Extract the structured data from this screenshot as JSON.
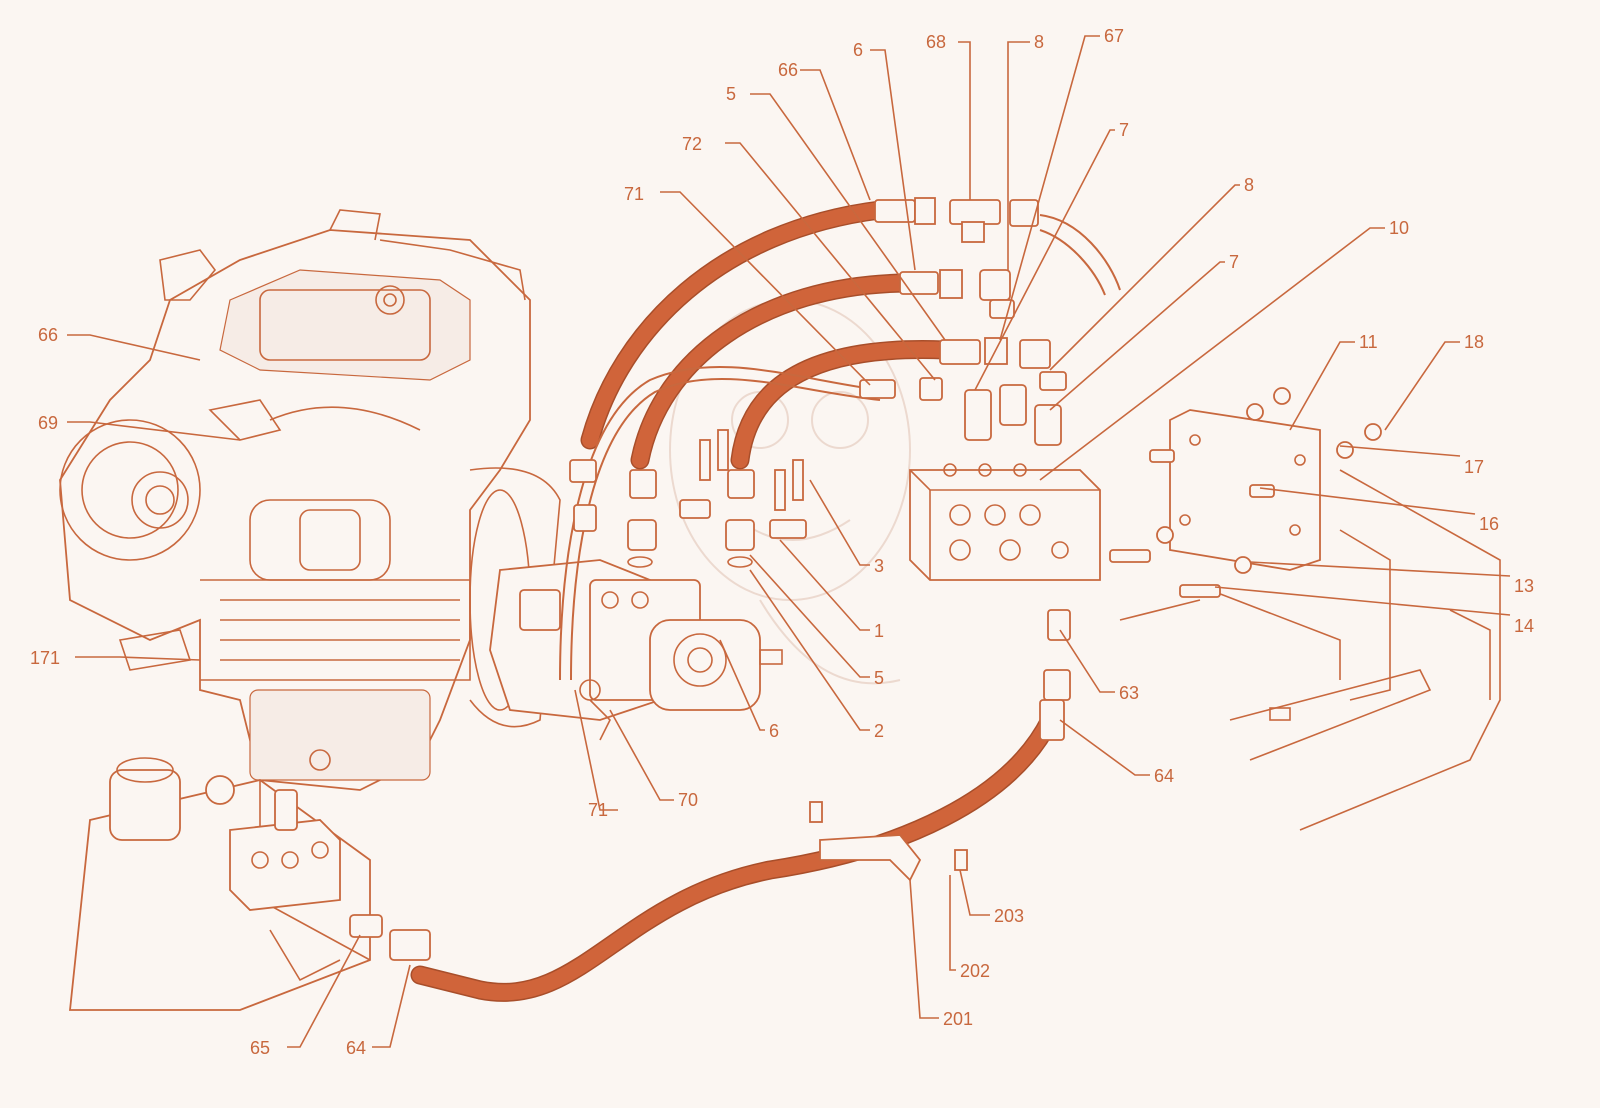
{
  "callouts": [
    {
      "id": "c68",
      "text": "68"
    },
    {
      "id": "c8a",
      "text": "8"
    },
    {
      "id": "c67",
      "text": "67"
    },
    {
      "id": "c6a",
      "text": "6"
    },
    {
      "id": "c66a",
      "text": "66"
    },
    {
      "id": "c5a",
      "text": "5"
    },
    {
      "id": "c72",
      "text": "72"
    },
    {
      "id": "c71a",
      "text": "71"
    },
    {
      "id": "c7a",
      "text": "7"
    },
    {
      "id": "c8b",
      "text": "8"
    },
    {
      "id": "c10",
      "text": "10"
    },
    {
      "id": "c7b",
      "text": "7"
    },
    {
      "id": "c11",
      "text": "11"
    },
    {
      "id": "c18",
      "text": "18"
    },
    {
      "id": "c17",
      "text": "17"
    },
    {
      "id": "c16",
      "text": "16"
    },
    {
      "id": "c13",
      "text": "13"
    },
    {
      "id": "c14",
      "text": "14"
    },
    {
      "id": "c66b",
      "text": "66"
    },
    {
      "id": "c69",
      "text": "69"
    },
    {
      "id": "c171",
      "text": "171"
    },
    {
      "id": "c3",
      "text": "3"
    },
    {
      "id": "c1",
      "text": "1"
    },
    {
      "id": "c5b",
      "text": "5"
    },
    {
      "id": "c2",
      "text": "2"
    },
    {
      "id": "c6b",
      "text": "6"
    },
    {
      "id": "c63",
      "text": "63"
    },
    {
      "id": "c64a",
      "text": "64"
    },
    {
      "id": "c71b",
      "text": "71"
    },
    {
      "id": "c70",
      "text": "70"
    },
    {
      "id": "c203",
      "text": "203"
    },
    {
      "id": "c202",
      "text": "202"
    },
    {
      "id": "c201",
      "text": "201"
    },
    {
      "id": "c65",
      "text": "65"
    },
    {
      "id": "c64b",
      "text": "64"
    }
  ],
  "colors": {
    "accent": "#c8683e",
    "hose": "#d0643a",
    "background": "#fbf6f2"
  }
}
